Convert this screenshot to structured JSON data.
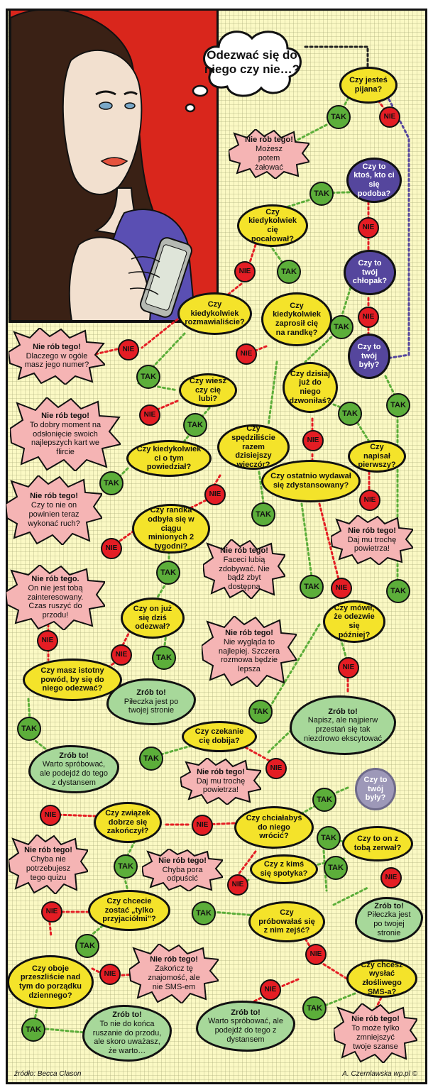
{
  "title": "Odezwać się do niego czy nie…?",
  "labels": {
    "yes": "TAK",
    "no": "NIE"
  },
  "colors": {
    "question": "#f4e32a",
    "question_alt": "#55469d",
    "yes": "#5cae3a",
    "no": "#e41d24",
    "do_it": "#a7d89a",
    "dont": "#f5b4b4",
    "panel": "#d9261c",
    "board": "#fbf9c4"
  },
  "questions": {
    "q_pijana": "Czy jesteś pijana?",
    "q_ktos": "Czy to ktoś, kto ci się podoba?",
    "q_chlopak": "Czy to twój chłopak?",
    "q_byly": "Czy to twój były?",
    "q_pocalowal": "Czy kiedykolwiek cię pocałował?",
    "q_rozmawialiscie": "Czy kiedykolwiek rozmawialiście?",
    "q_randka": "Czy kiedykolwiek zaprosił cię na randkę?",
    "q_lubi": "Czy wiesz czy cię lubi?",
    "q_dzwoniles": "Czy dzisiaj już do niego dzwoniłaś?",
    "q_powiedzial": "Czy kiedykolwiek ci o tym powiedział?",
    "q_wieczor": "Czy spędziliście razem dzisiejszy wieczór?",
    "q_pierwszy": "Czy napisał pierwszy?",
    "q_dystans": "Czy ostatnio wydawał się zdystansowany?",
    "q_2tyg": "Czy randka odbyła się w ciągu minionych 2 tygodni?",
    "q_odezwal": "Czy on już się dziś odezwał?",
    "q_pozniej": "Czy mówił, że odezwie się później?",
    "q_powod": "Czy masz istotny powód, by się do niego odezwać?",
    "q_dobija": "Czy czekanie cię dobija?",
    "q_byly2": "Czy to twój były?",
    "q_zwiazek": "Czy związek dobrze się zakończył?",
    "q_wrocic": "Czy chciałabyś do niego wrócić?",
    "q_zerwal": "Czy to on z tobą zerwał?",
    "q_spotyka": "Czy z kimś się spotyka?",
    "q_przyjaciolmi": "Czy chcecie zostać „tylko przyjaciółmi\"?",
    "q_zejsc": "Czy próbowałaś się z nim zejść?",
    "q_porzadek": "Czy oboje przeszliście nad tym do porządku dziennego?",
    "q_sms": "Czy chcesz wysłać złośliwego SMS-a?"
  },
  "donts": {
    "d_zalowac": {
      "head": "Nie rób tego!",
      "body": "Możesz potem żałować"
    },
    "d_numer": {
      "head": "Nie rób tego!",
      "body": "Dlaczego w ogóle masz jego numer?"
    },
    "d_karty": {
      "head": "Nie rób tego!",
      "body": "To dobry moment na odsłonięcie swoich najlepszych kart we flircie"
    },
    "d_ruch": {
      "head": "Nie rób tego!",
      "body": "Czy to nie on powinien teraz wykonać ruch?"
    },
    "d_zainteresowany": {
      "head": "Nie rób tego.",
      "body": "On nie jest tobą zainteresowany. Czas ruszyć do przodu!"
    },
    "d_zdobywac": {
      "head": "Nie rób tego!",
      "body": "Faceci lubią zdobywać. Nie bądź zbyt dostępna"
    },
    "d_powietrza1": {
      "head": "Nie rób tego!",
      "body": "Daj mu trochę powietrza!"
    },
    "d_szczera": {
      "head": "Nie rób tego!",
      "body": "Nie wygląda to najlepiej. Szczera rozmowa będzie lepsza"
    },
    "d_powietrza2": {
      "head": "Nie rób tego!",
      "body": "Daj mu trochę powietrza!"
    },
    "d_quizu": {
      "head": "Nie rób tego!",
      "body": "Chyba nie potrzebujesz tego quizu"
    },
    "d_odpuscic": {
      "head": "Nie rób tego!",
      "body": "Chyba pora odpuścić"
    },
    "d_znajomosc": {
      "head": "Nie rób tego!",
      "body": "Zakończ tę znajomość, ale nie SMS-em"
    },
    "d_szanse": {
      "head": "Nie rób tego!",
      "body": "To może tylko zmniejszyć twoje szanse"
    }
  },
  "dos": {
    "g_stronie1": {
      "head": "Zrób to!",
      "body": "Piłeczka jest po twojej stronie"
    },
    "g_eksc": {
      "head": "Zrób to!",
      "body": "Napisz, ale najpierw przestań się tak niezdrowo ekscytować"
    },
    "g_dystans1": {
      "head": "Zrób to!",
      "body": "Warto spróbować, ale podejdź do tego z dystansem"
    },
    "g_stronie2": {
      "head": "Zrób to!",
      "body": "Piłeczka jest po twojej stronie"
    },
    "g_warto": {
      "head": "Zrób to!",
      "body": "To nie do końca ruszanie do przodu, ale skoro uważasz, że warto…"
    },
    "g_dystans2": {
      "head": "Zrób to!",
      "body": "Warto spróbować, ale podejdź do tego z dystansem"
    }
  },
  "footer": {
    "source": "źródło: Becca Clason",
    "credit": "A. Czernlawska wp.pl ©"
  }
}
